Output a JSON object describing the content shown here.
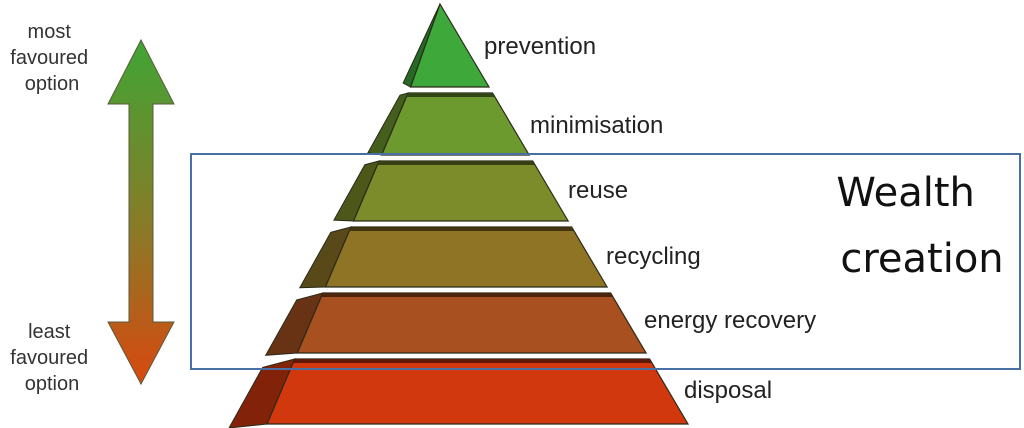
{
  "scale": {
    "top_label": [
      "most",
      "favoured",
      "option"
    ],
    "bottom_label": [
      "least",
      "favoured",
      "option"
    ],
    "colors": {
      "top": "#3fa535",
      "bottom": "#d9480f"
    }
  },
  "pyramid": {
    "tiers": [
      {
        "label": "prevention",
        "color": "#3ea83a"
      },
      {
        "label": "minimisation",
        "color": "#6d9a2e"
      },
      {
        "label": "reuse",
        "color": "#7c8c2a"
      },
      {
        "label": "recycling",
        "color": "#8f7426"
      },
      {
        "label": "energy recovery",
        "color": "#a85020"
      },
      {
        "label": "disposal",
        "color": "#d2380e"
      }
    ],
    "edge_color": "#2a2a1a"
  },
  "highlight": {
    "label": [
      "Wealth",
      "creation"
    ],
    "border_color": "#4a6fa5"
  }
}
